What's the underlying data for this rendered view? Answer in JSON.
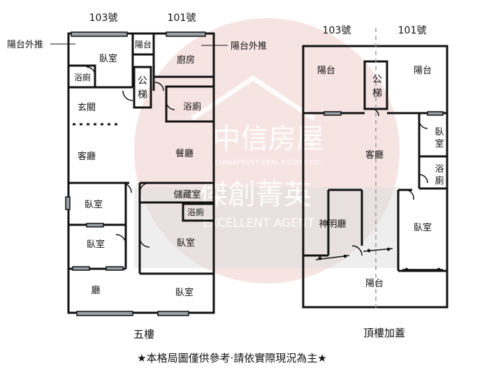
{
  "headers": {
    "fifth_left": "103號",
    "fifth_right": "101號",
    "roof_left": "103號",
    "roof_right": "101號"
  },
  "callouts": {
    "balcony_out_left": "陽台外推",
    "balcony_out_right": "陽台外推"
  },
  "fifth_floor": {
    "caption": "五樓",
    "rooms": {
      "bedroom_top": "臥室",
      "bath_left": "浴廁",
      "balcony_small": "陽台",
      "kitchen": "廚房",
      "stair_1": "公",
      "stair_2": "梯",
      "bath_right": "浴廁",
      "foyer": "玄關",
      "living": "客廳",
      "dining": "餐廳",
      "storage": "儲藏室",
      "bath_small": "浴廁",
      "bedroom_l1": "臥室",
      "bedroom_l2": "臥室",
      "bedroom_r1": "臥室",
      "hall": "廳",
      "bedroom_r2": "臥室"
    }
  },
  "roof_floor": {
    "caption": "頂樓加蓋",
    "rooms": {
      "balcony_left": "陽台",
      "stair_1": "公",
      "stair_2": "梯",
      "balcony_right": "陽台",
      "bedroom_small_1": "臥",
      "bedroom_small_2": "室",
      "bath_1": "浴",
      "bath_2": "廁",
      "living": "客廳",
      "shrine": "神明廳",
      "bedroom": "臥室",
      "balcony_bottom": "陽台"
    }
  },
  "watermark": {
    "brand_cn": "中信房屋",
    "brand_en": "CHINATRUST REAL ESTATE CO.",
    "branch_cn": "傑創菁英",
    "branch_en": "EXCELLENT AGENT"
  },
  "footer": {
    "note": "★本格局圖僅供參考‧請依實際現況為主★"
  },
  "colors": {
    "wall": "#111111",
    "watermark_circle": "#ecc8c6",
    "watermark_band": "#d5d6da",
    "window_fill": "#9aa0a8"
  }
}
